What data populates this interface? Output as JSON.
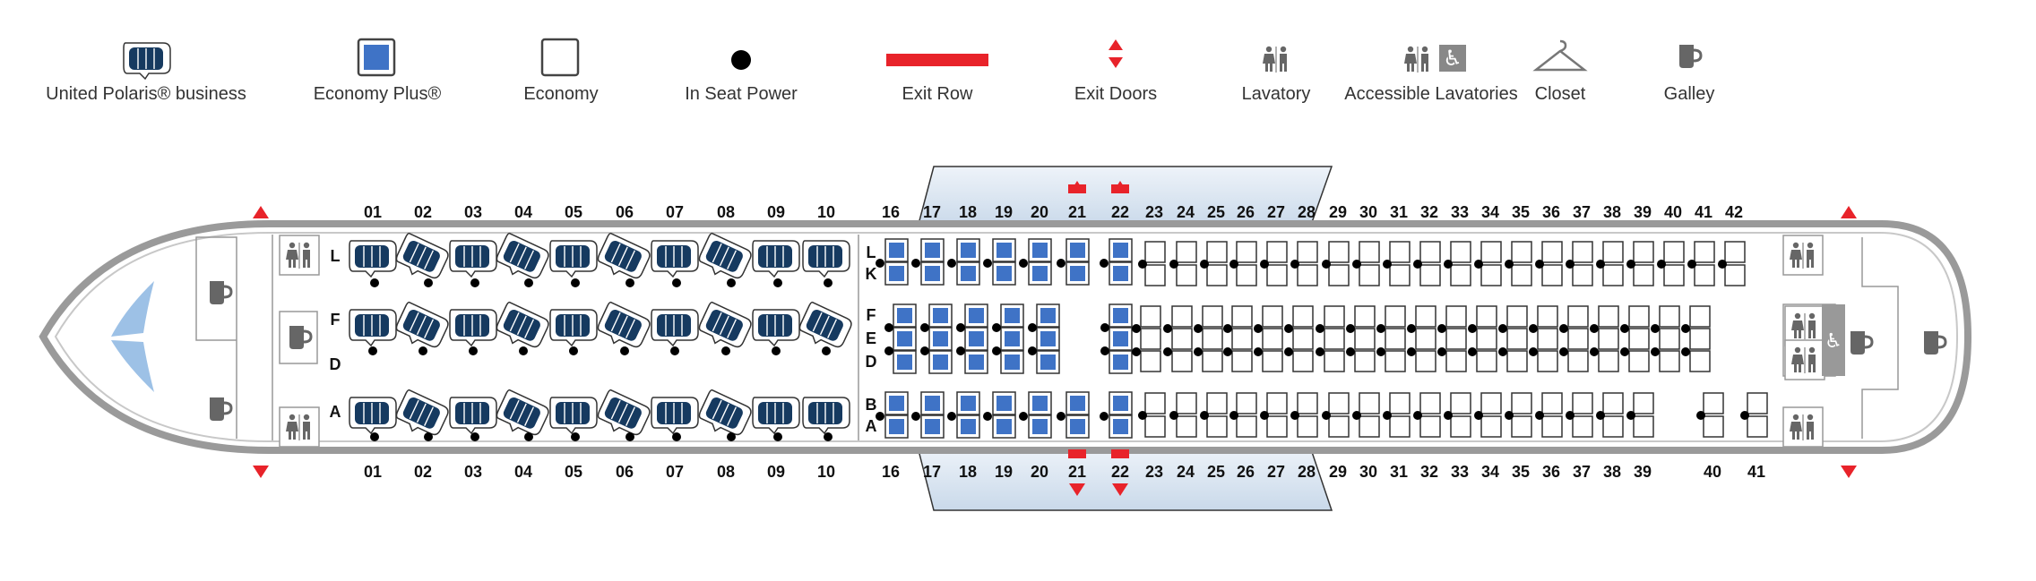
{
  "legend": [
    {
      "icon": "polaris-seat-icon",
      "label": "United Polaris® business"
    },
    {
      "icon": "economy-plus-icon",
      "label": "Economy Plus®"
    },
    {
      "icon": "economy-icon",
      "label": "Economy"
    },
    {
      "icon": "in-seat-power-icon",
      "label": "In Seat Power"
    },
    {
      "icon": "exit-row-icon",
      "label": "Exit Row"
    },
    {
      "icon": "exit-doors-icon",
      "label": "Exit Doors"
    },
    {
      "icon": "lavatory-icon",
      "label": "Lavatory"
    },
    {
      "icon": "accessible-lavatory-icon",
      "label": "Accessible Lavatories"
    },
    {
      "icon": "closet-icon",
      "label": "Closet"
    },
    {
      "icon": "galley-icon",
      "label": "Galley"
    }
  ],
  "colors": {
    "polaris": "#163a60",
    "economy_plus": "#3f73c6",
    "exit": "#e8232a",
    "fuselage": "#9a9a9a",
    "power": "#000000"
  },
  "cabin": {
    "polaris": {
      "rows": [
        "01",
        "02",
        "03",
        "04",
        "05",
        "06",
        "07",
        "08",
        "09",
        "10"
      ],
      "window_left_letter": "L",
      "center_letters": [
        "F",
        "D"
      ],
      "window_right_letter": "A"
    },
    "economy_plus": {
      "rows": [
        "16",
        "17",
        "18",
        "19",
        "20",
        "21",
        "22"
      ],
      "exit_rows": [
        "21",
        "22"
      ],
      "upper_letters": [
        "L",
        "K"
      ],
      "center_letters": [
        "F",
        "E",
        "D"
      ],
      "lower_letters": [
        "B",
        "A"
      ]
    },
    "economy": {
      "rows_top": [
        "23",
        "24",
        "25",
        "26",
        "27",
        "28",
        "29",
        "30",
        "31",
        "32",
        "33",
        "34",
        "35",
        "36",
        "37",
        "38",
        "39",
        "40",
        "41",
        "42"
      ],
      "rows_bottom": [
        "23",
        "24",
        "25",
        "26",
        "27",
        "28",
        "29",
        "30",
        "31",
        "32",
        "33",
        "34",
        "35",
        "36",
        "37",
        "38",
        "39",
        "40",
        "41"
      ]
    }
  }
}
